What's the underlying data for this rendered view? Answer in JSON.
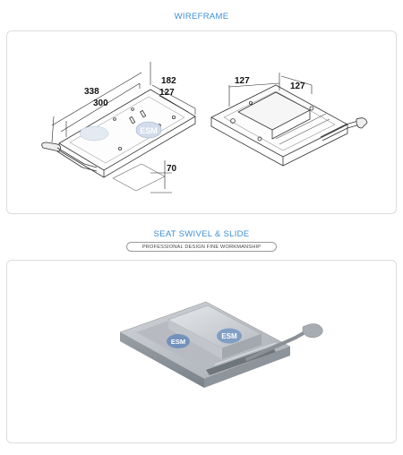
{
  "wireframe": {
    "title": "WIREFRAME",
    "dims": {
      "d338": "338",
      "d300": "300",
      "d182": "182",
      "d127a": "127",
      "d70": "70",
      "d127b": "127",
      "d127c": "127"
    },
    "logo": "ESM"
  },
  "photo": {
    "title": "SEAT SWIVEL & SLIDE",
    "subtitle": "PROFESSIONAL DESIGN FINE WORKMANSHIP",
    "logo": "ESM"
  }
}
